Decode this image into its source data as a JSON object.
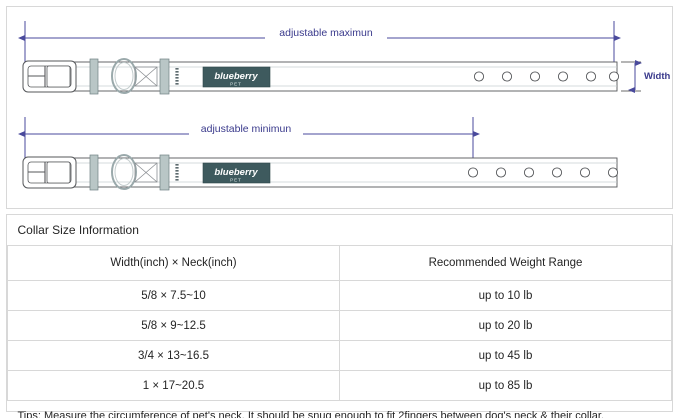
{
  "diagram": {
    "top_collar": {
      "dimension_label": "adjustable maximun",
      "width_label": "Width",
      "brand_tag": {
        "name": "blueberry",
        "sub": "PET"
      },
      "holes": 6
    },
    "bottom_collar": {
      "dimension_label": "adjustable minimun",
      "brand_tag": {
        "name": "blueberry",
        "sub": "PET"
      },
      "holes": 6
    },
    "colors": {
      "dimension_line": "#4a4a9c",
      "tag_fill": "#3e5a5e",
      "hardware_fill": "#b9c6c6",
      "outline": "#4a4a4a"
    }
  },
  "table": {
    "caption": "Collar Size Information",
    "headers": [
      "Width(inch)  ×  Neck(inch)",
      "Recommended Weight Range"
    ],
    "rows": [
      [
        "5/8 × 7.5~10",
        "up to 10 lb"
      ],
      [
        "5/8 × 9~12.5",
        "up to 20 lb"
      ],
      [
        "3/4 × 13~16.5",
        "up to 45 lb"
      ],
      [
        "1 × 17~20.5",
        "up to 85 lb"
      ]
    ],
    "tips": "Tips: Measure the circumference of pet's neck. It should be snug enough to fit 2fingers between dog's neck & their collar."
  }
}
